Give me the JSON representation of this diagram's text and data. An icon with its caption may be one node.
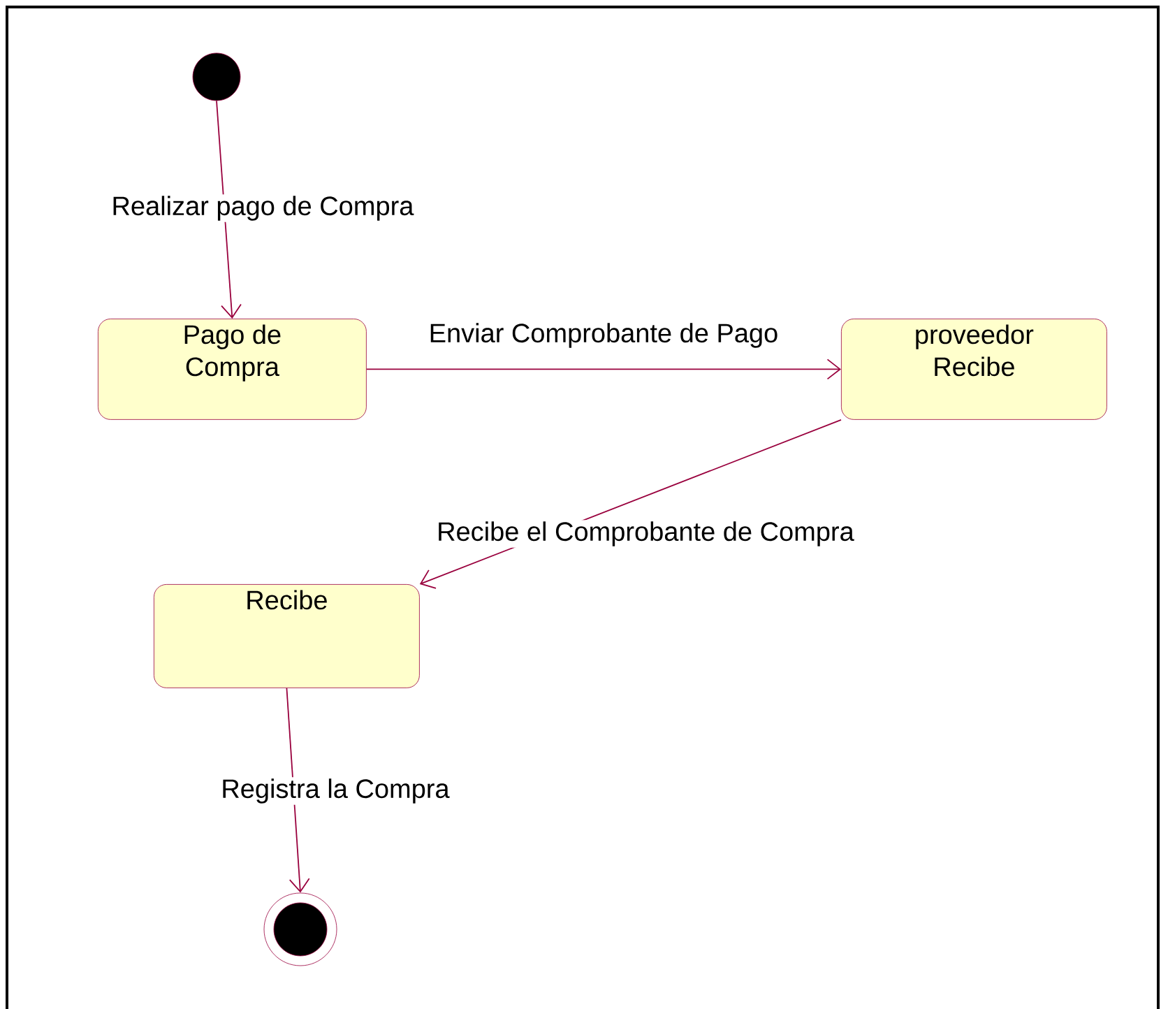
{
  "diagram": {
    "nodes": [
      {
        "text": [],
        "shape": "circle"
      },
      {
        "text": [
          "Pago de Compra"
        ]
      },
      {
        "text": [
          "proveedor Recibe"
        ]
      },
      {
        "text": [
          "Recibe"
        ]
      },
      {
        "text": [],
        "shape": "bullseye"
      }
    ],
    "edges": [
      {
        "from": 0,
        "to": 1,
        "arrow": "to",
        "label": "Realizar pago de Compra"
      },
      {
        "from": 1,
        "to": 2,
        "arrow": "to",
        "label": "Enviar Comprobante de Pago"
      },
      {
        "from": 2,
        "to": 3,
        "arrow": "to",
        "label": "Recibe el Comprobante de Compra"
      },
      {
        "from": 3,
        "to": 4,
        "arrow": "to",
        "label": "Registra la Compra"
      }
    ]
  }
}
